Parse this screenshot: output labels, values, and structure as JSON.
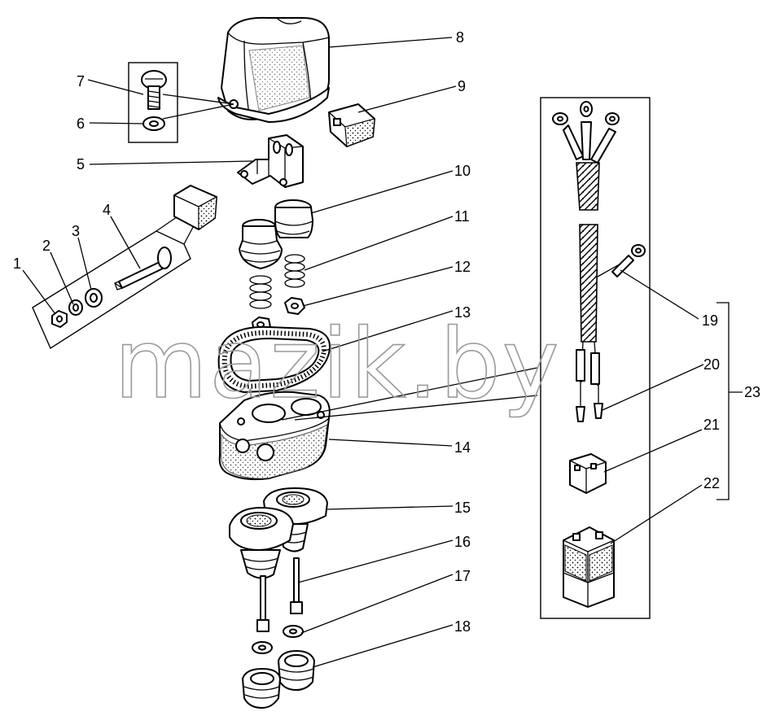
{
  "watermark": "mazik.by",
  "labels": {
    "l1": "1",
    "l2": "2",
    "l3": "3",
    "l4": "4",
    "l5": "5",
    "l6": "6",
    "l7": "7",
    "l8": "8",
    "l9": "9",
    "l10": "10",
    "l11": "11",
    "l12": "12",
    "l13": "13",
    "l14": "14",
    "l15": "15",
    "l16": "16",
    "l17": "17",
    "l18": "18",
    "l19": "19",
    "l20": "20",
    "l21": "21",
    "l22": "22",
    "l23": "23"
  }
}
